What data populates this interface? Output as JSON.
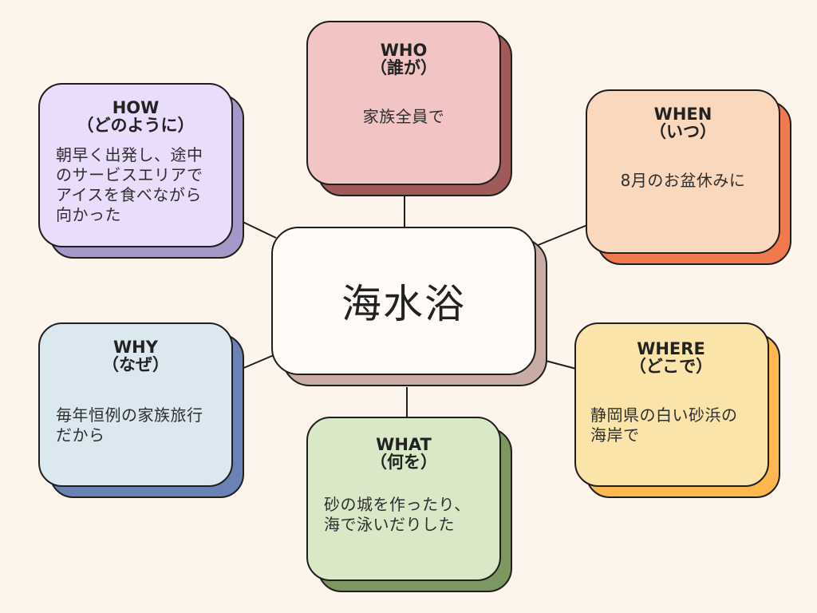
{
  "center": {
    "label": "海水浴",
    "face_color": "#fffbf6",
    "shadow_color": "#c9aca4"
  },
  "cards": {
    "who": {
      "title_en": "WHO",
      "title_jp": "（誰が）",
      "body": "家族全員で",
      "face_color": "#f2c4c4",
      "shadow_color": "#a05a5a"
    },
    "when": {
      "title_en": "WHEN",
      "title_jp": "（いつ）",
      "body": "8月のお盆休みに",
      "face_color": "#f9d8bd",
      "shadow_color": "#f07a4d"
    },
    "where": {
      "title_en": "WHERE",
      "title_jp": "（どこで）",
      "body": "静岡県の白い砂浜の海岸で",
      "face_color": "#fbe4a9",
      "shadow_color": "#ffb74f"
    },
    "what": {
      "title_en": "WHAT",
      "title_jp": "（何を）",
      "body": "砂の城を作ったり、海で泳いだりした",
      "face_color": "#d9e8c7",
      "shadow_color": "#7c9860"
    },
    "why": {
      "title_en": "WHY",
      "title_jp": "（なぜ）",
      "body": "毎年恒例の家族旅行だから",
      "face_color": "#dce8f0",
      "shadow_color": "#6a82b4"
    },
    "how": {
      "title_en": "HOW",
      "title_jp": "（どのように）",
      "body": "朝早く出発し、途中のサービスエリアでアイスを食べながら向かった",
      "face_color": "#e9ddfb",
      "shadow_color": "#a598c8"
    }
  }
}
